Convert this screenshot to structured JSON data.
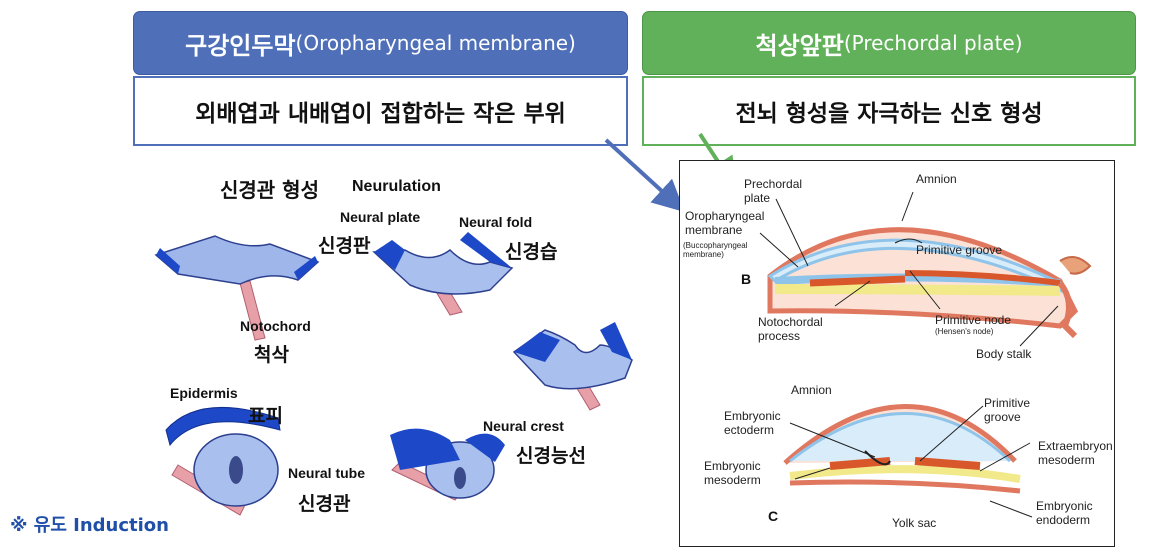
{
  "header_left": {
    "korean": "구강인두막",
    "english": "(Oropharyngeal membrane)",
    "description": "외배엽과 내배엽이 접합하는 작은 부위"
  },
  "header_right": {
    "korean": "척상앞판",
    "english": "(Prechordal plate)",
    "description": "전뇌 형성을 자극하는 신호 형성"
  },
  "neurulation": {
    "title_ko": "신경관 형성",
    "title_en": "Neurulation",
    "labels": {
      "neural_plate_en": "Neural plate",
      "neural_plate_ko": "신경판",
      "neural_fold_en": "Neural fold",
      "neural_fold_ko": "신경습",
      "notochord_en": "Notochord",
      "notochord_ko": "척삭",
      "epidermis_en": "Epidermis",
      "epidermis_ko": "표피",
      "neural_tube_en": "Neural tube",
      "neural_tube_ko": "신경관",
      "neural_crest_en": "Neural crest",
      "neural_crest_ko": "신경능선"
    }
  },
  "figure_b": {
    "letter": "B",
    "labels": {
      "prechordal_plate": "Prechordal plate",
      "oropharyngeal_membrane": "Oropharyngeal membrane",
      "buccopharyngeal": "(Buccopharyngeal membrane)",
      "amnion": "Amnion",
      "primitive_groove": "Primitive groove",
      "notochordal_process": "Notochordal process",
      "primitive_node": "Primitive node",
      "hensens_node": "(Hensen's node)",
      "body_stalk": "Body stalk"
    }
  },
  "figure_c": {
    "letter": "C",
    "labels": {
      "amnion": "Amnion",
      "primitive_groove": "Primitive groove",
      "embryonic_ectoderm": "Embryonic ectoderm",
      "embryonic_mesoderm": "Embryonic mesoderm",
      "extraembryonic_mesoderm": "Extraembryonic mesoderm",
      "embryonic_endoderm": "Embryonic endoderm",
      "yolk_sac": "Yolk sac"
    }
  },
  "footnote": "※ 유도 Induction",
  "colors": {
    "blue_header": "#4f6fb8",
    "green_header": "#61b05a",
    "arrow_blue": "#4f6fb8",
    "arrow_green": "#61b05a",
    "induction_text": "#1f4fa8"
  }
}
